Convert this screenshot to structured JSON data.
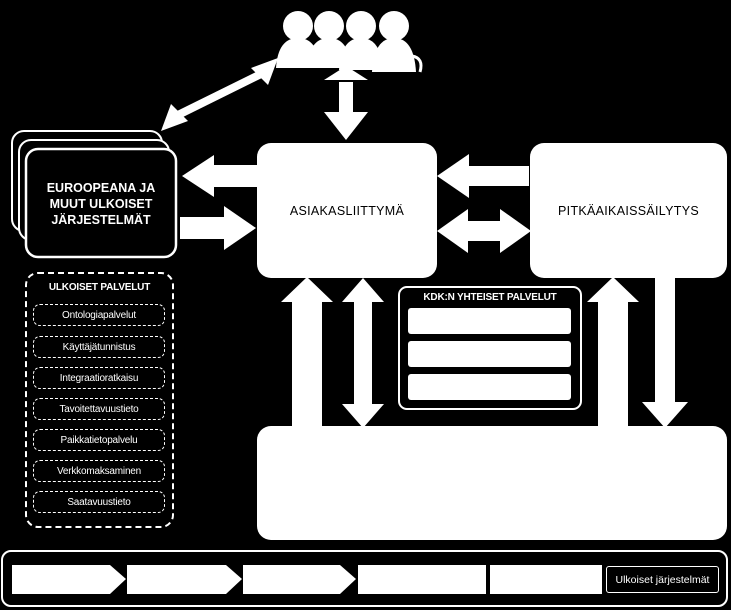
{
  "colors": {
    "background": "#000000",
    "foreground": "#ffffff"
  },
  "external_systems": {
    "label_lines": [
      "EUROOPEANA JA",
      "MUUT ULKOISET",
      "JÄRJESTELMÄT"
    ]
  },
  "customer_interface": {
    "label": "ASIAKASLIITTYMÄ"
  },
  "preservation": {
    "label": "PITKÄAIKAISSÄILYTYS"
  },
  "external_services": {
    "title": "ULKOISET PALVELUT",
    "items": [
      "Ontologiapalvelut",
      "Käyttäjätunnistus",
      "Integraatioratkaisu",
      "Tavoitettavuustieto",
      "Paikkatietopalvelu",
      "Verkkomaksaminen",
      "Saatavuustieto"
    ]
  },
  "shared_services": {
    "title": "KDK:N YHTEISET PALVELUT"
  },
  "bottom_bar": {
    "last_label": "Ulkoiset järjestelmät"
  },
  "icons": {
    "users": "people-group-icon"
  }
}
